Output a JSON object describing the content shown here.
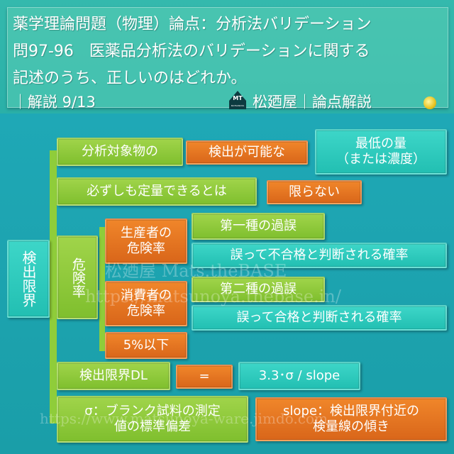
{
  "header": {
    "line1": "薬学理論問題（物理）論点：分析法バリデーション",
    "line2": "問97-96　医薬品分析法のバリデーションに関する",
    "line3": "記述のうち、正しいのはどれか。",
    "line4_left": "｜解説 9/13",
    "brand": "松廼屋｜論点解説",
    "logo_text": "MT",
    "logo_subtext": "MATSUNOYA"
  },
  "diagram": {
    "root": "検出限界",
    "row1": {
      "a": "分析対象物の",
      "b": "検出が可能な",
      "c1": "最低の量",
      "c2": "（または濃度）"
    },
    "row2": {
      "a": "必ずしも定量できるとは",
      "b": "限らない"
    },
    "risk": {
      "label": "危険率",
      "producer1": "生産者の",
      "producer2": "危険率",
      "type1": "第一種の過誤",
      "type1_desc": "誤って不合格と判断される確率",
      "consumer1": "消費者の",
      "consumer2": "危険率",
      "type2": "第二種の過誤",
      "type2_desc": "誤って合格と判断される確率",
      "pct": "5%以下"
    },
    "row_dl": {
      "a": "検出限界DL",
      "eq": "=",
      "formula": "3.3･σ / slope"
    },
    "row_sigma": {
      "a1": "σ：ブランク試料の測定",
      "a2": "値の標準偏差",
      "b1": "slope：検出限界付近の",
      "b2": "検量線の傾き"
    }
  },
  "watermarks": {
    "wm1": "松廼屋 Mats.theBASE",
    "wm2": "https://matsunoya.thebase.in/",
    "wm3": "https://www.matsunoya-ware.jimdo.com"
  }
}
